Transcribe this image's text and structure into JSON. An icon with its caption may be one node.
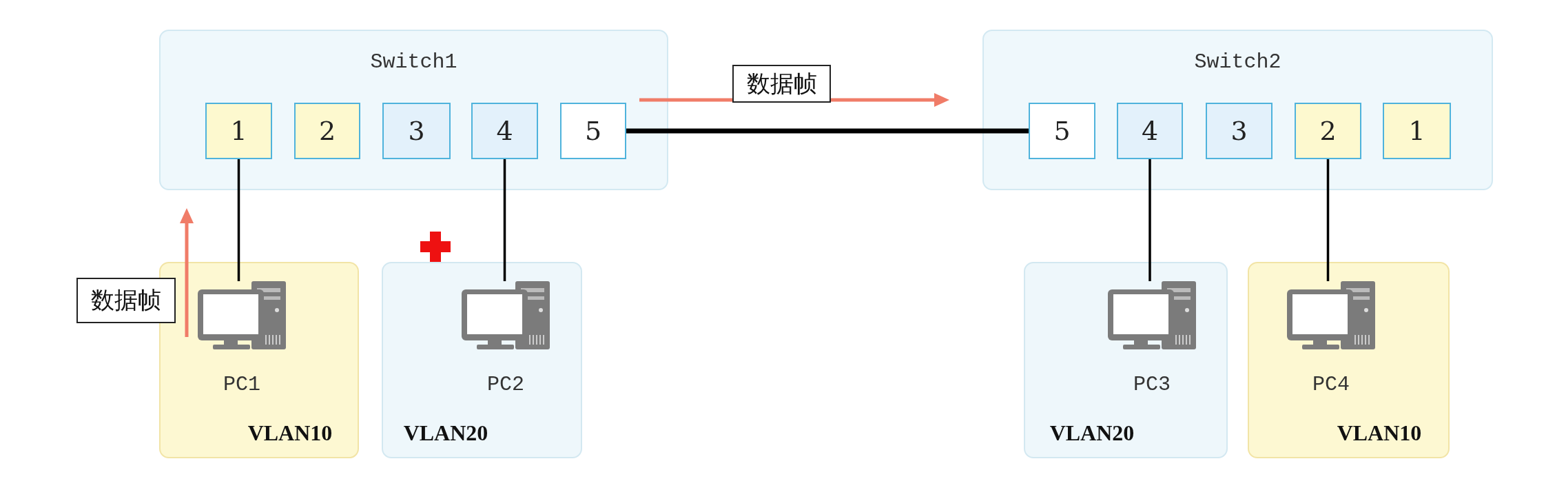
{
  "diagram": {
    "nodes": [
      {
        "text": [
          "Switch1"
        ]
      },
      {
        "text": [
          "1"
        ],
        "in": 0
      },
      {
        "text": [
          "2"
        ],
        "in": 0
      },
      {
        "text": [
          "3"
        ],
        "in": 0
      },
      {
        "text": [
          "4"
        ],
        "in": 0
      },
      {
        "text": [
          "5"
        ],
        "in": 0
      },
      {
        "text": [
          "Switch2"
        ]
      },
      {
        "text": [
          "5"
        ],
        "in": 6
      },
      {
        "text": [
          "4"
        ],
        "in": 6
      },
      {
        "text": [
          "3"
        ],
        "in": 6
      },
      {
        "text": [
          "2"
        ],
        "in": 6
      },
      {
        "text": [
          "1"
        ],
        "in": 6
      },
      {
        "text": [
          "VLAN10"
        ]
      },
      {
        "text": [
          "PC1"
        ],
        "in": 12
      },
      {
        "text": [
          "VLAN20"
        ]
      },
      {
        "text": [
          "PC2"
        ],
        "in": 14
      },
      {
        "text": [
          "VLAN20"
        ]
      },
      {
        "text": [
          "PC3"
        ],
        "in": 16
      },
      {
        "text": [
          "VLAN10"
        ]
      },
      {
        "text": [
          "PC4"
        ],
        "in": 18
      }
    ],
    "edges": [
      {
        "from": 1,
        "to": 13,
        "arrow": "none"
      },
      {
        "from": 4,
        "to": 15,
        "arrow": "none"
      },
      {
        "from": 5,
        "to": 7,
        "arrow": "none",
        "style": "thick"
      },
      {
        "from": 8,
        "to": 17,
        "arrow": "none"
      },
      {
        "from": 10,
        "to": 19,
        "arrow": "none"
      }
    ],
    "labels": [
      "数据帧",
      "数据帧"
    ]
  }
}
